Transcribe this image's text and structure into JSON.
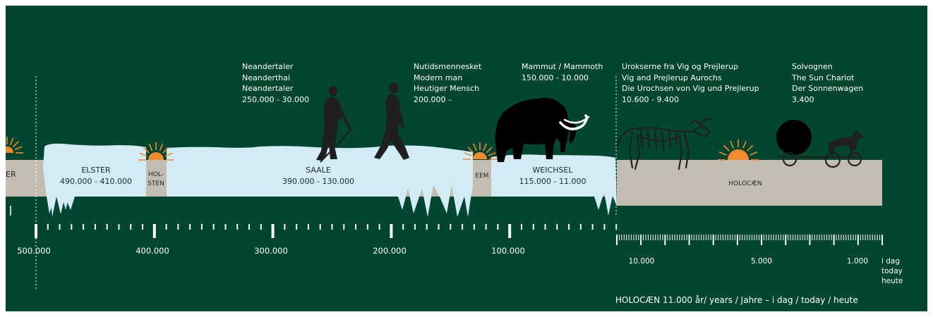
{
  "colors": {
    "background": "#024530",
    "ice": "#d3ebf5",
    "ground": "#c3bcb0",
    "sun": "#f28a2e",
    "silhouette": "#1f1f1f",
    "text_light": "#ffffff"
  },
  "eras": {
    "prev_fragment": "ER",
    "elster": {
      "name": "ELSTER",
      "range": "490.000 - 410.000"
    },
    "holsten": {
      "line1": "HOL-",
      "line2": "STEN"
    },
    "saale": {
      "name": "SAALE",
      "range": "390.000 - 130.000"
    },
    "eem": {
      "name": "EEM"
    },
    "weichsel": {
      "name": "WEICHSEL",
      "range": "115.000 - 11.000"
    },
    "holocaen": {
      "name": "HOLOCÆN"
    }
  },
  "annotations": {
    "neanderthal": [
      "Neandertaler",
      "Neanderthal",
      "Neandertaler",
      "250.000 - 30.000"
    ],
    "modern_man": [
      "Nutidsmennesket",
      "Modern man",
      "Heutiger Mensch",
      "200.000 –"
    ],
    "mammoth": [
      "Mammut / Mammoth",
      "150.000 - 10.000"
    ],
    "aurochs": [
      "Urokserne fra Vig og Prejlerup",
      "Vig and Prejlerup Aurochs",
      "Die Urochsen von Vig und Prejlerup",
      "10.600 - 9.400"
    ],
    "sun_chariot": [
      "Solvognen",
      "The Sun Chariot",
      "Der Sonnenwagen",
      "3.400"
    ]
  },
  "timeline": {
    "left_labels": [
      "500.000",
      "400.000",
      "300.000",
      "200.000",
      "100.000"
    ],
    "right_labels": [
      "10.000",
      "5.000",
      "1.000"
    ],
    "today": [
      "i dag",
      "today",
      "heute"
    ],
    "caption": "HOLOCÆN  11.000 år/ years / Jahre  –  i dag / today / heute"
  },
  "icons": [
    "sun-icon",
    "neanderthal-silhouette",
    "human-silhouette",
    "mammoth-silhouette",
    "aurochs-skeleton",
    "sun-chariot-icon"
  ]
}
